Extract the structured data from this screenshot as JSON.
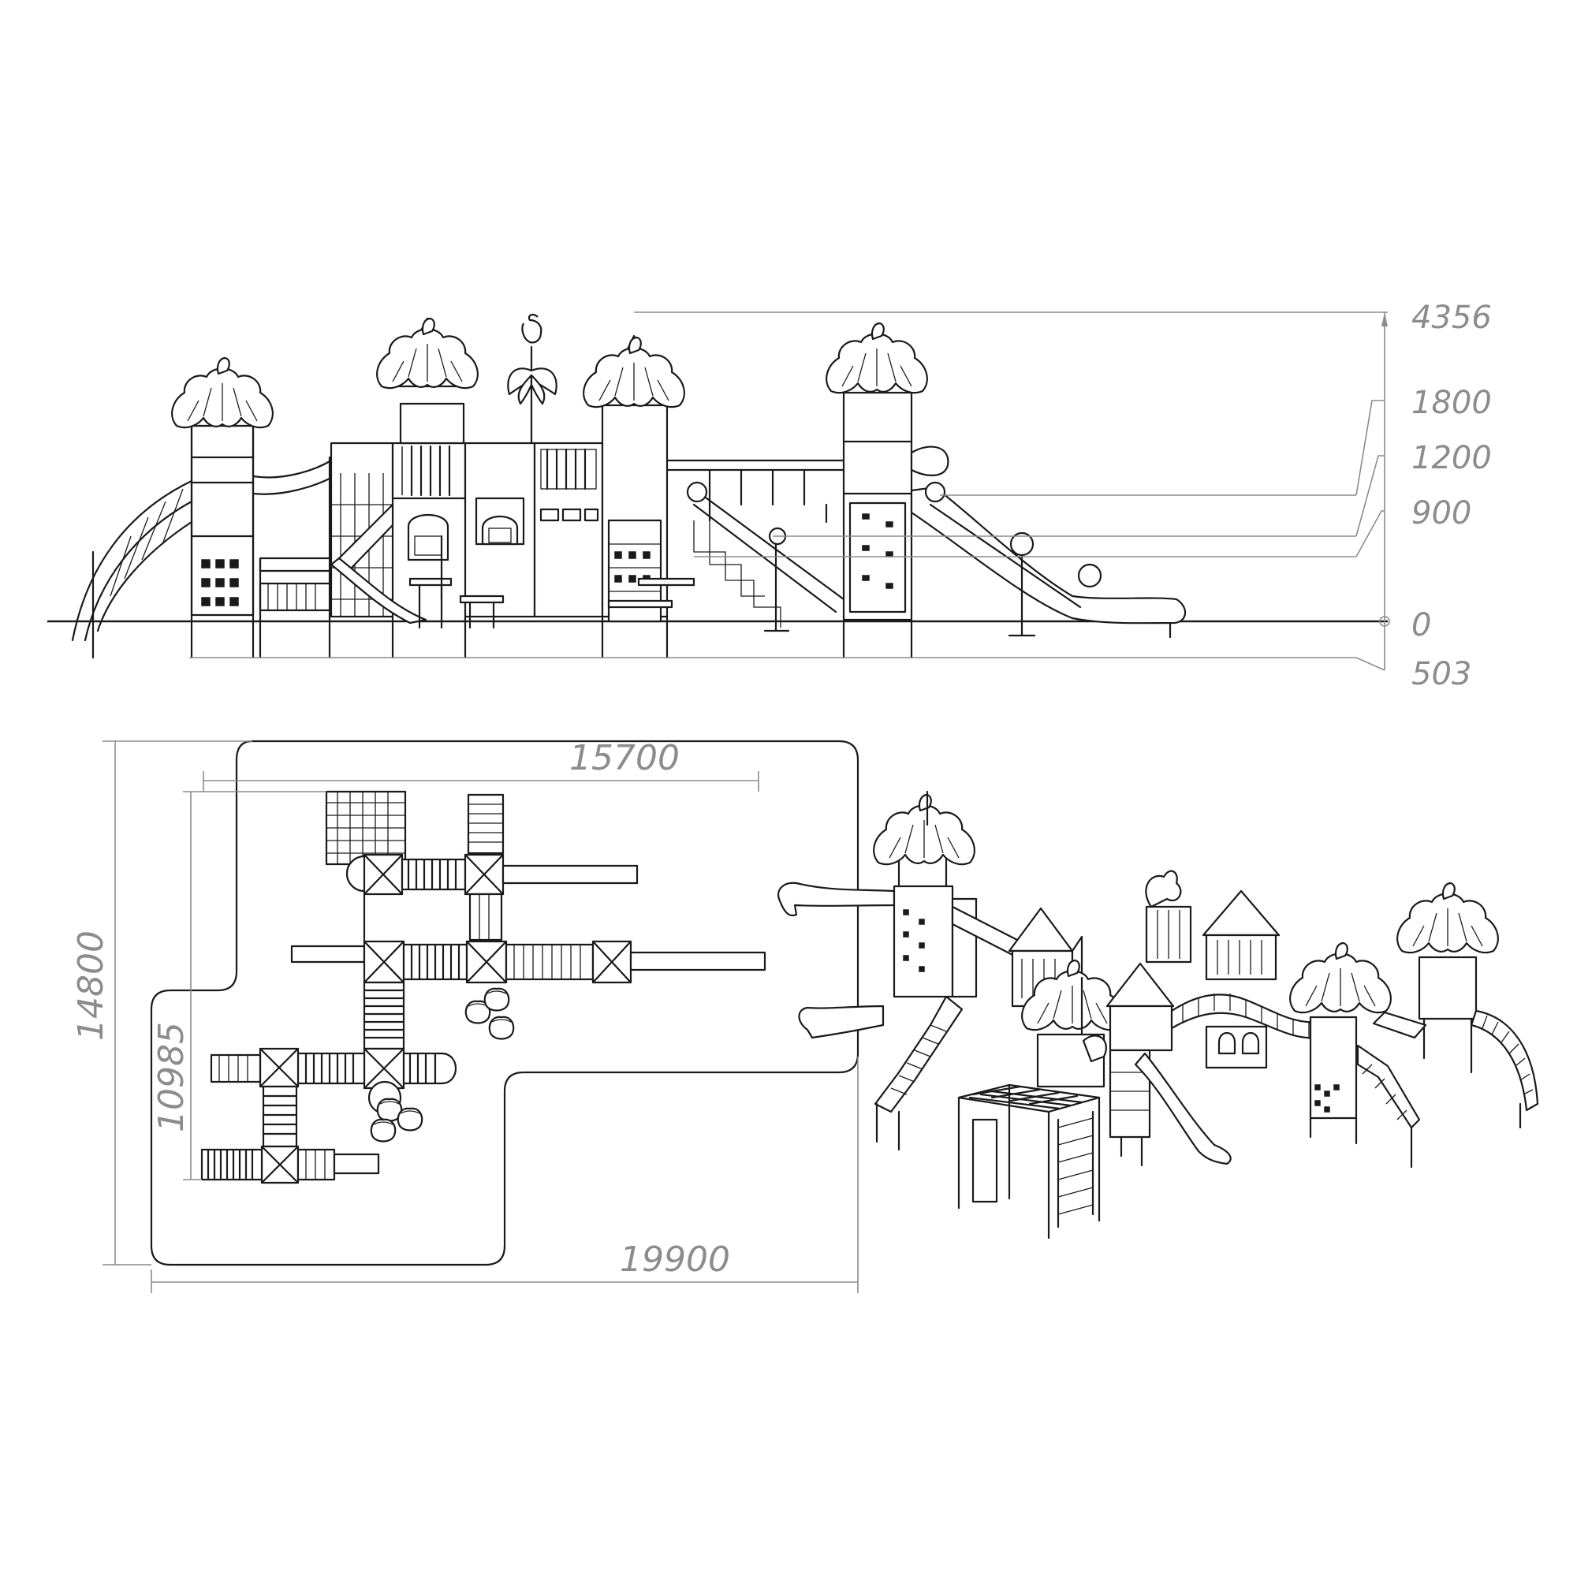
{
  "elevation": {
    "height_labels": [
      "4356",
      "1800",
      "1200",
      "900",
      "0",
      "503"
    ]
  },
  "plan": {
    "overall_width": "15700",
    "full_width": "19900",
    "overall_depth": "14800",
    "partial_depth": "10985"
  },
  "colors": {
    "line": "#1a1a1a",
    "dimension": "#8c8c8c",
    "background": "#ffffff"
  },
  "icons": [
    "palm-roof-icon",
    "parrot-icon",
    "tube-slide-icon",
    "chair-icon",
    "table-icon"
  ]
}
